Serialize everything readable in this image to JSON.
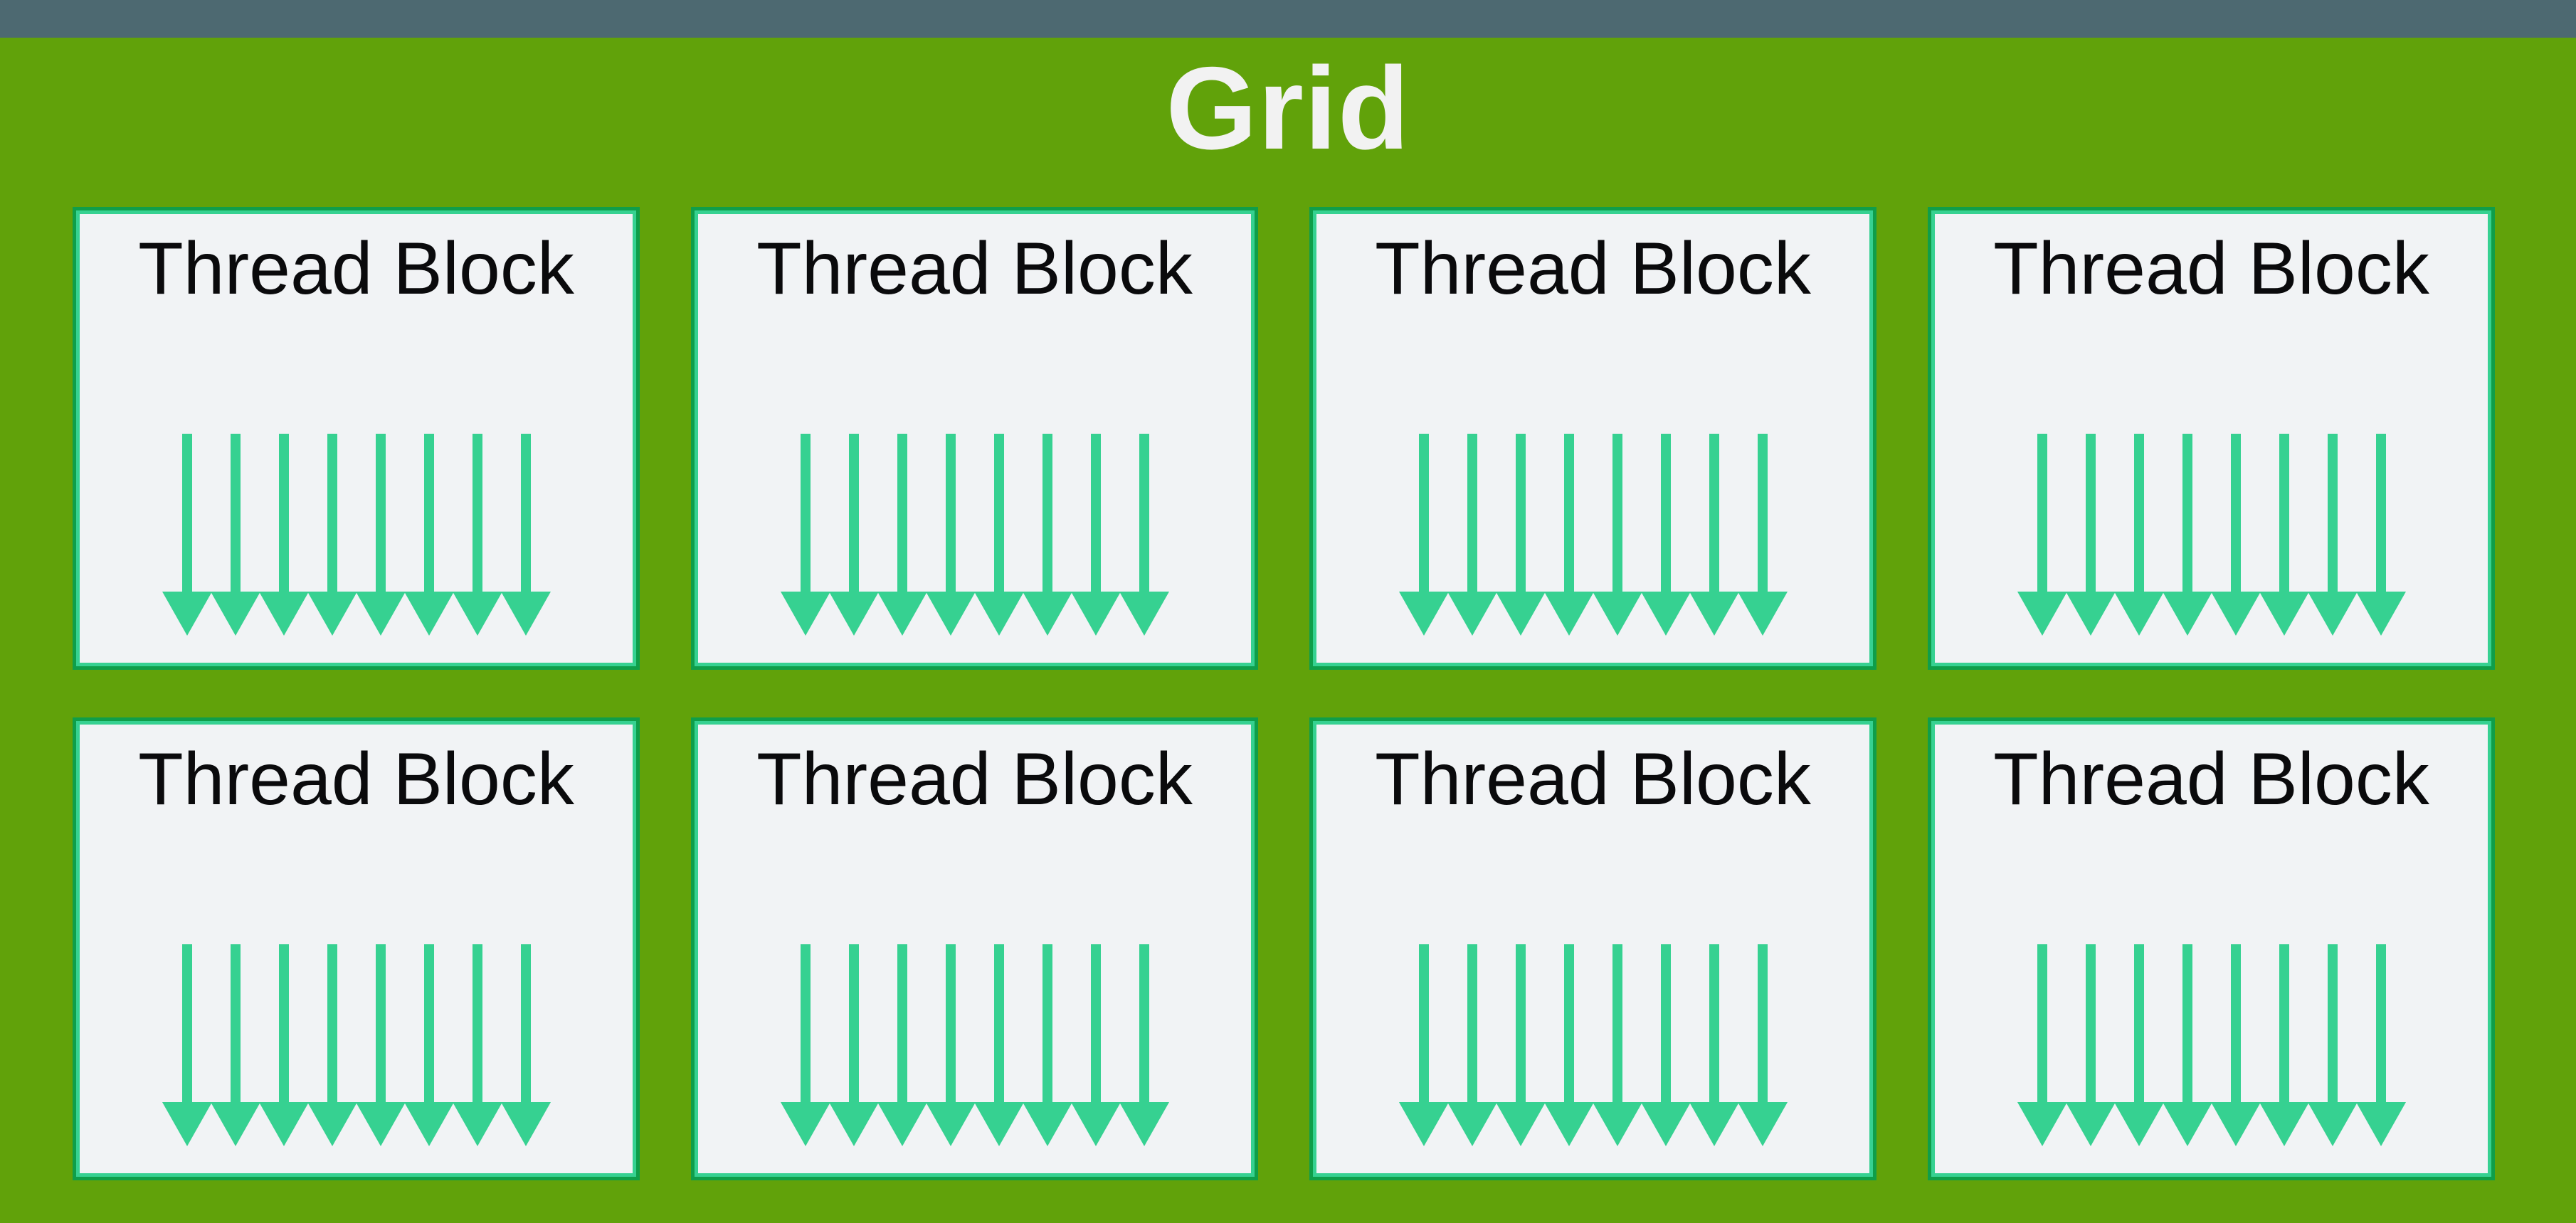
{
  "title": "Grid",
  "grid": {
    "rows": 2,
    "columns": 4,
    "arrows_per_block": 8,
    "blocks": [
      {
        "label": "Thread Block"
      },
      {
        "label": "Thread Block"
      },
      {
        "label": "Thread Block"
      },
      {
        "label": "Thread Block"
      },
      {
        "label": "Thread Block"
      },
      {
        "label": "Thread Block"
      },
      {
        "label": "Thread Block"
      },
      {
        "label": "Thread Block"
      }
    ]
  },
  "icons": {
    "arrow": "thread-arrow-down"
  },
  "colors": {
    "page_background": "#61A20A",
    "top_bar": "#4D6971",
    "block_background": "#F1F3F5",
    "block_border_outer": "#0F9E4A",
    "block_border_inner": "#36D191",
    "arrow_color": "#36D191",
    "title_color": "#F2F2F2",
    "block_text_color": "#0A0A0C"
  }
}
